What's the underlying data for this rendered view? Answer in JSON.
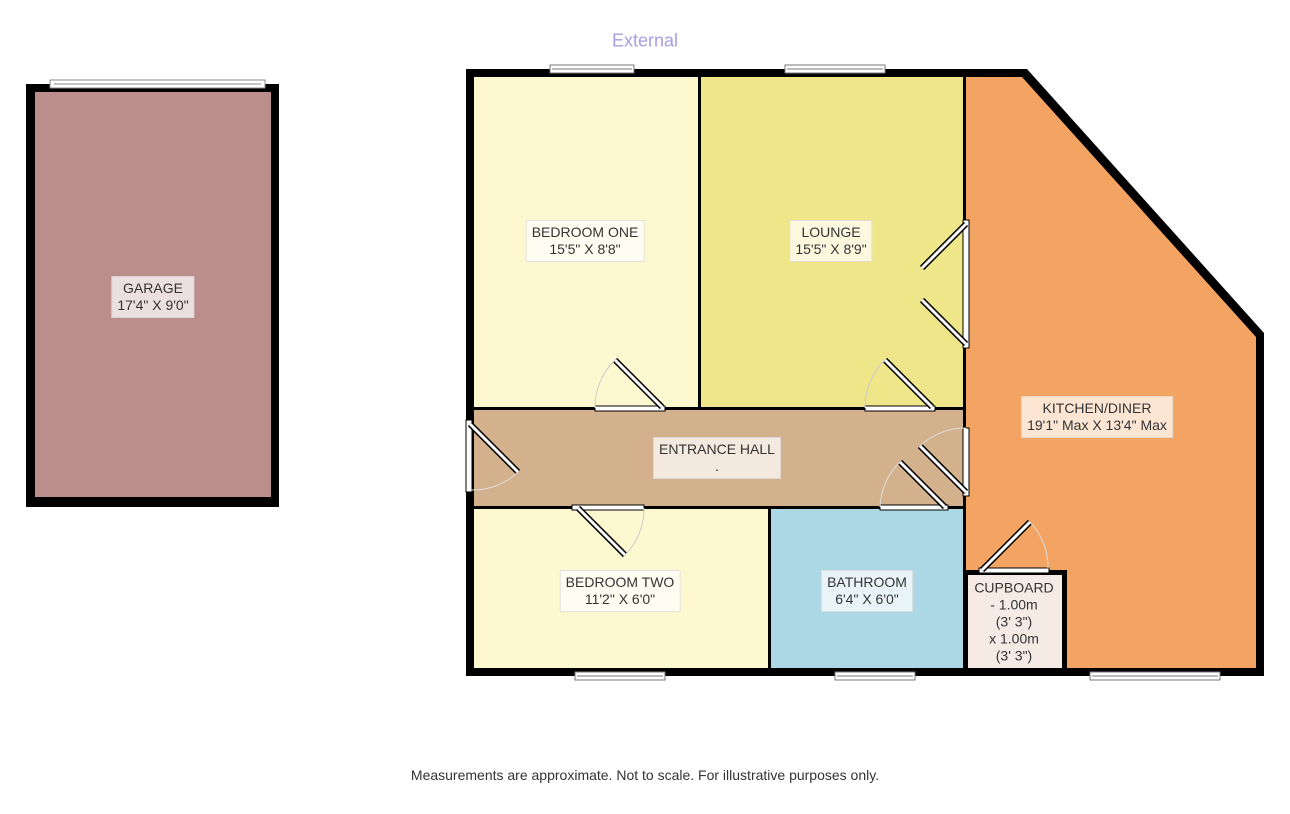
{
  "external_label": "External",
  "rooms": {
    "garage": {
      "name": "GARAGE",
      "size": "17'4\" X 9'0\"",
      "color": "#bb8e8c"
    },
    "bedroom_one": {
      "name": "BEDROOM ONE",
      "size": "15'5\" X 8'8\"",
      "color": "#fdf8cf"
    },
    "lounge": {
      "name": "LOUNGE",
      "size": "15'5\" X 8'9\"",
      "color": "#efe68a"
    },
    "kitchen": {
      "name": "KITCHEN/DINER",
      "size": "19'1\" Max X 13'4\" Max",
      "color": "#f3a463"
    },
    "hall": {
      "name": "ENTRANCE HALL",
      "size": ".",
      "color": "#d2b18c"
    },
    "bedroom_two": {
      "name": "BEDROOM TWO",
      "size": "11'2\" X 6'0\"",
      "color": "#fdf8cf"
    },
    "bathroom": {
      "name": "BATHROOM",
      "size": "6'4\" X 6'0\"",
      "color": "#acd8e5"
    },
    "cupboard": {
      "name": "CUPBOARD",
      "lines": [
        "- 1.00m",
        "(3' 3\")",
        "x 1.00m",
        "(3' 3\")"
      ],
      "color": "#f5ebe4"
    }
  },
  "footer": "Measurements are approximate. Not to scale. For illustrative purposes only."
}
